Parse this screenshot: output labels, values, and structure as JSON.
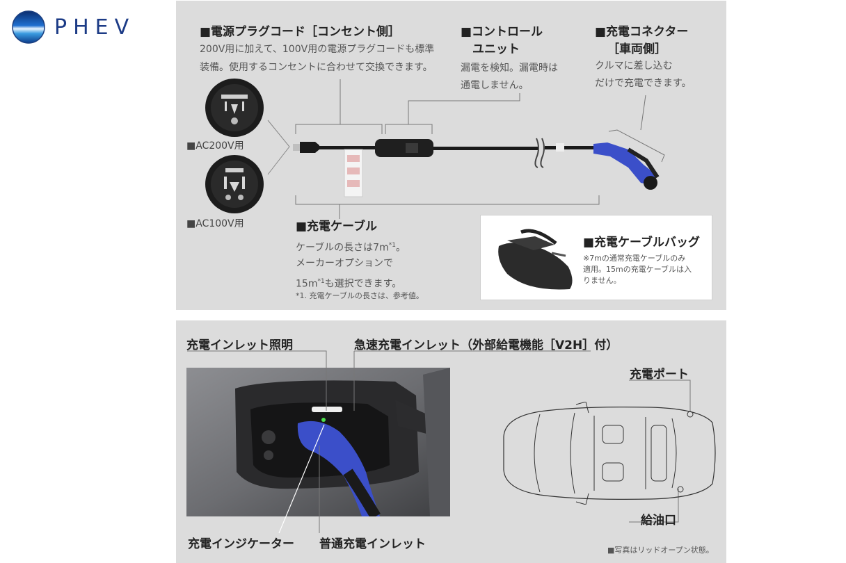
{
  "logo": {
    "text": "PHEV",
    "icon": "phev-globe-icon"
  },
  "top": {
    "plug": {
      "title": "■電源プラグコード［コンセント側］",
      "lines": [
        "200V用に加えて、100V用の電源プラグコードも標準",
        "装備。使用するコンセントに合わせて交換できます。"
      ],
      "label_200": "■AC200V用",
      "label_100": "■AC100V用"
    },
    "control": {
      "title_1": "■コントロール",
      "title_2": "ユニット",
      "lines": [
        "漏電を検知。漏電時は",
        "通電しません。"
      ]
    },
    "connector": {
      "title_1": "■充電コネクター",
      "title_2": "［車両側］",
      "lines": [
        "クルマに差し込む",
        "だけで充電できます。"
      ]
    },
    "cable": {
      "title": "■充電ケーブル",
      "line1": "ケーブルの長さは7m",
      "line1_sup": "*1",
      "line1_end": "。",
      "line2": "メーカーオプションで",
      "line3": "15m",
      "line3_sup": "*1",
      "line3_end": "も選択できます。",
      "note": "*1. 充電ケーブルの長さは、参考値。"
    },
    "bag": {
      "title": "■充電ケーブルバッグ",
      "lines": [
        "※7mの通常充電ケーブルのみ",
        "適用。15mの充電ケーブルは入",
        "りません。"
      ]
    }
  },
  "bottom": {
    "inlet_light": "充電インレット照明",
    "quick_inlet": "急速充電インレット（外部給電機能［V2H］付）",
    "indicator": "充電インジケーター",
    "normal_inlet": "普通充電インレット",
    "charge_port": "充電ポート",
    "fuel_port": "給油口",
    "note": "■写真はリッドオープン状態。"
  },
  "colors": {
    "panel": "#dcdcdc",
    "connector_blue": "#3b4fc9",
    "indicator_green": "#4be04b"
  }
}
